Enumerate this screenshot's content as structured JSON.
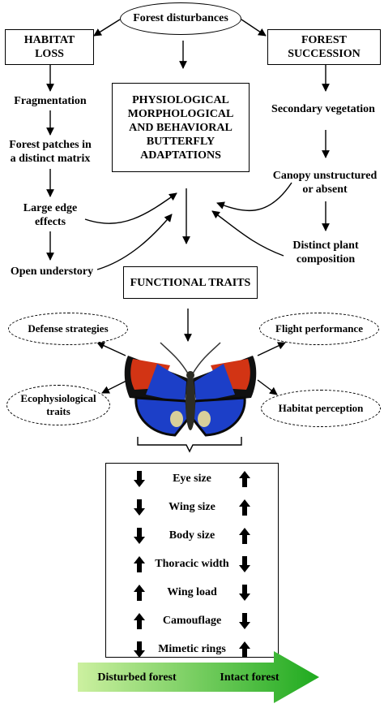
{
  "top_node": "Forest disturbances",
  "left_box": {
    "line1": "HABITAT",
    "line2": "LOSS"
  },
  "right_box": {
    "line1": "FOREST",
    "line2": "SUCCESSION"
  },
  "center_box": {
    "line1": "PHYSIOLOGICAL",
    "line2": "MORPHOLOGICAL",
    "line3": "AND BEHAVIORAL",
    "line4": "BUTTERFLY",
    "line5": "ADAPTATIONS"
  },
  "left_chain": {
    "fragmentation": "Fragmentation",
    "patches_line1": "Forest patches in",
    "patches_line2": "a distinct matrix",
    "edge_line1": "Large edge",
    "edge_line2": "effects",
    "understory": "Open understory"
  },
  "right_chain": {
    "secondary": "Secondary vegetation",
    "canopy_line1": "Canopy unstructured",
    "canopy_line2": "or absent",
    "plant_line1": "Distinct plant",
    "plant_line2": "composition"
  },
  "functional_traits": "FUNCTIONAL TRAITS",
  "trait_groups": {
    "defense": "Defense strategies",
    "flight": "Flight performance",
    "ecophys_line1": "Ecophysiological",
    "ecophys_line2": "traits",
    "habitat": "Habitat perception"
  },
  "traits_table": [
    {
      "name": "Eye size",
      "disturbed": "down",
      "intact": "up"
    },
    {
      "name": "Wing size",
      "disturbed": "down",
      "intact": "up"
    },
    {
      "name": "Body size",
      "disturbed": "down",
      "intact": "up"
    },
    {
      "name": "Thoracic width",
      "disturbed": "up",
      "intact": "down"
    },
    {
      "name": "Wing load",
      "disturbed": "up",
      "intact": "down"
    },
    {
      "name": "Camouflage",
      "disturbed": "up",
      "intact": "down"
    },
    {
      "name": "Mimetic rings",
      "disturbed": "down",
      "intact": "up"
    }
  ],
  "gradient": {
    "left": "Disturbed forest",
    "right": "Intact forest"
  },
  "colors": {
    "gradient_start": "#ccf0a0",
    "gradient_end": "#1faa1f",
    "wing_red": "#d23414",
    "wing_blue": "#1c3fc8"
  }
}
